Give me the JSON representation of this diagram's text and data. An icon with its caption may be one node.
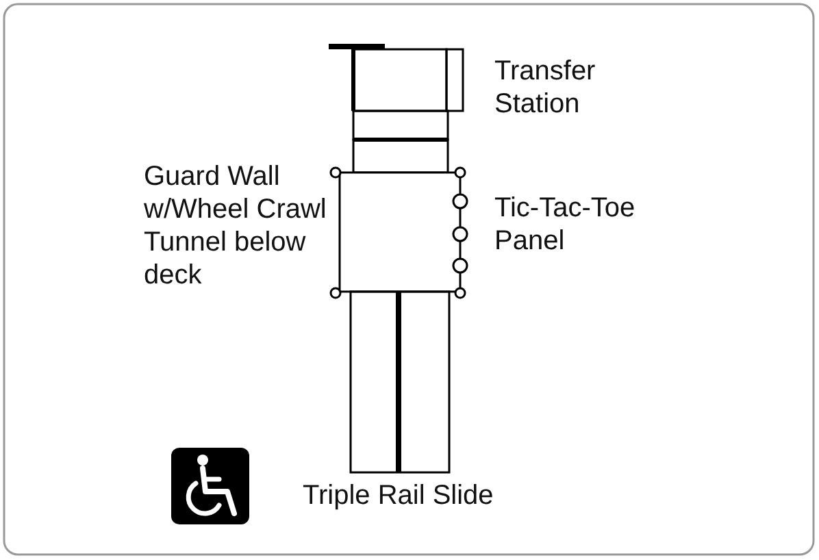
{
  "diagram": {
    "labels": [
      "Transfer Station",
      "Guard Wall w/Wheel Crawl Tunnel below deck",
      "Tic-Tac-Toe Panel",
      "Triple Rail Slide"
    ]
  }
}
